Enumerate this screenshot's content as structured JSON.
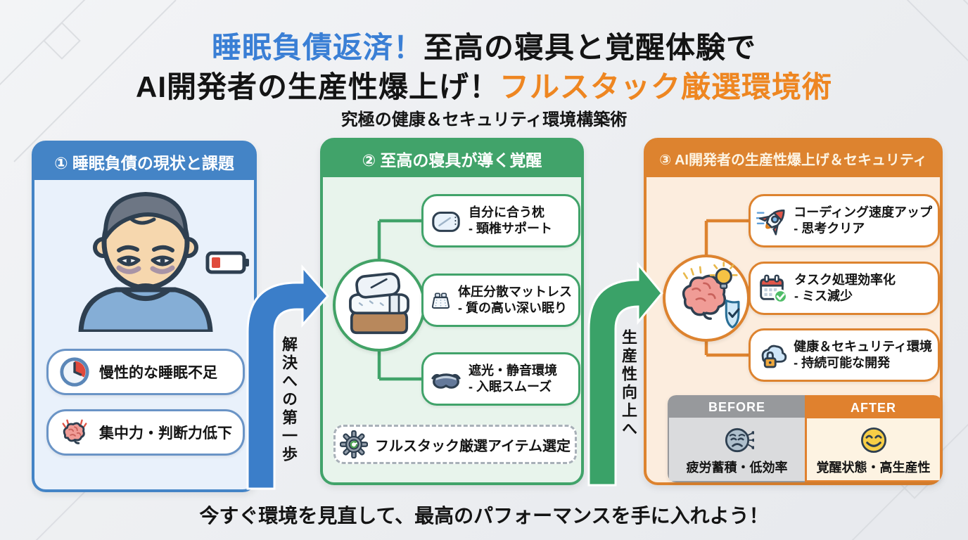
{
  "title": {
    "line1_accent": "睡眠負債返済！",
    "line1_rest": "至高の寝具と覚醒体験で",
    "line2_start": "AI開発者の生産性爆上げ！",
    "line2_accent": "フルスタック厳選環境術",
    "subtitle": "究極の健康＆セキュリティ環境構築術",
    "accent_blue": "#3a7fd5",
    "accent_orange": "#ee8621"
  },
  "panel1": {
    "header": "① 睡眠負債の現状と課題",
    "items": [
      {
        "icon": "clock-icon",
        "label": "慢性的な睡眠不足"
      },
      {
        "icon": "brain-icon",
        "label": "集中力・判断力低下"
      }
    ]
  },
  "panel2": {
    "header": "② 至高の寝具が導く覚醒",
    "items": [
      {
        "icon": "pillow-icon",
        "title": "自分に合う枕",
        "sub": "- 頸椎サポート"
      },
      {
        "icon": "mattress-icon",
        "title": "体圧分散マットレス",
        "sub": "- 質の高い深い眠り"
      },
      {
        "icon": "eye-mask-icon",
        "title": "遮光・静音環境",
        "sub": "- 入眠スムーズ"
      }
    ],
    "footnote": "フルスタック厳選アイテム選定"
  },
  "panel3": {
    "header": "③ AI開発者の生産性爆上げ＆セキュリティ",
    "items": [
      {
        "icon": "rocket-icon",
        "title": "コーディング速度アップ",
        "sub": "- 思考クリア"
      },
      {
        "icon": "calendar-check-icon",
        "title": "タスク処理効率化",
        "sub": "- ミス減少"
      },
      {
        "icon": "cloud-lock-icon",
        "title": "健康＆セキュリティ環境",
        "sub": "- 持続可能な開発"
      }
    ],
    "before_after": {
      "before_label": "BEFORE",
      "before_text": "疲労蓄積・低効率",
      "after_label": "AFTER",
      "after_text": "覚醒状態・高生産性"
    }
  },
  "arrows": {
    "arrow1_label": "解決への第一歩",
    "arrow2_label": "生産性向上へ"
  },
  "footer": "今すぐ環境を見直して、最高のパフォーマンスを手に入れよう！",
  "colors": {
    "panel1_accent": "#4484c6",
    "panel2_accent": "#41a36a",
    "panel3_accent": "#dd832f",
    "arrow1": "#3b7ec9",
    "arrow2": "#3aa268",
    "before_gray": "#97999c",
    "after_orange": "#e0812e"
  }
}
